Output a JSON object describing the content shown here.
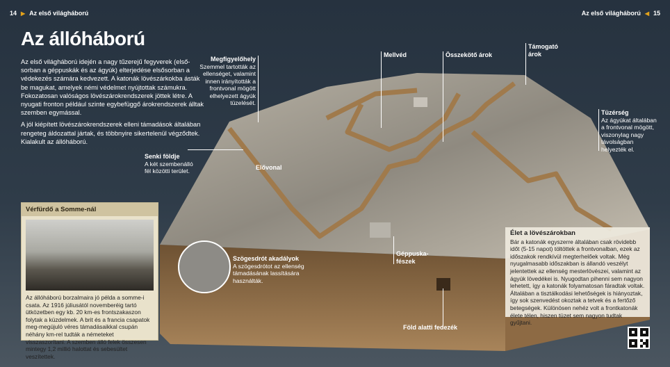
{
  "header": {
    "left_page": "14",
    "left_title": "Az első világháború",
    "right_title": "Az első világháború",
    "right_page": "15"
  },
  "title": "Az állóháború",
  "intro": [
    "Az első világháború idején a nagy tűzerejű fegyverek (első-sorban a géppuskák és az ágyúk) elterjedése elsősorban a védekezés számára kedvezett. A katonák lövészárkokba ásták be magukat, amelyek némi védelmet nyújtottak számukra. Fokozatosan valóságos lövészárokrendszerek jöttek létre. A nyugati fronton például szinte egybefüggő árokrendszerek álltak szemben egymással.",
    "A jól kiépített lövészárokrendszerek elleni támadások általában rengeteg áldozattal jártak, és többnyire sikertelenül végződtek. Kialakult az állóháború."
  ],
  "labels": {
    "megfigyelohely": {
      "title": "Megfigyelőhely",
      "text": "Szemmel tartották az ellenséget, valamint innen irányították a frontvonal mögött elhelyezett ágyúk tüzelését."
    },
    "mellved": {
      "title": "Mellvéd"
    },
    "osszekoto": {
      "title": "Összekötő árok"
    },
    "tamogato": {
      "title": "Támogató árok"
    },
    "tuzerseg": {
      "title": "Tüzérség",
      "text": "Az ágyúkat általában a frontvonal mögött, viszonylag nagy távolságban helyezték el."
    },
    "senki": {
      "title": "Senki földje",
      "text": "A két szembenálló fél közötti terület."
    },
    "elovonal": {
      "title": "Elővonal"
    },
    "szogesdrot": {
      "title": "Szögesdrót akadályok",
      "text": "A szögesdrótot az ellenség támadásának lassítására használták."
    },
    "geppuska": {
      "title": "Géppuska-fészek"
    },
    "fedezek": {
      "title": "Föld alatti fedezék"
    }
  },
  "somme": {
    "title": "Vérfürdő a Somme-nál",
    "text": "Az állóháború borzalmaira jó példa a somme-i csata. Az 1916 júliusától novemberéig tartó ütközetben egy kb. 20 km-es frontszakaszon folytak a küzdelmek. A brit és a francia csapatok meg-megújuló véres támadásaikkal csupán néhány km-rel tudták a németeket visszaszorítani. A szemben álló felek összesen mintegy 1,2 millió halottat és sebesültet veszítettek."
  },
  "elet": {
    "title": "Élet a lövészárokban",
    "text": "Bár a katonák egyszerre általában csak rövidebb időt (5-15 napot) töltöttek a frontvonalban, ezek az időszakok rendkívül megterhelőek voltak. Még nyugalmasabb időszakban is állandó veszélyt jelentettek az ellenség mesterlövészei, valamint az ágyúk lövedékei is. Nyugodtan pihenni sem nagyon lehetett, így a katonák folyamatosan fáradtak voltak. Általában a tisztálkodási lehetőségek is hiányoztak, így sok szenvedést okoztak a tetvek és a fertőző betegségek. Különösen nehéz volt a frontkatonák élete télen, hiszen tüzet sem nagyon tudtak gyűjtani."
  },
  "colors": {
    "accent": "#e3a21a",
    "background": "#2b3744",
    "box": "#e9e2cb"
  }
}
